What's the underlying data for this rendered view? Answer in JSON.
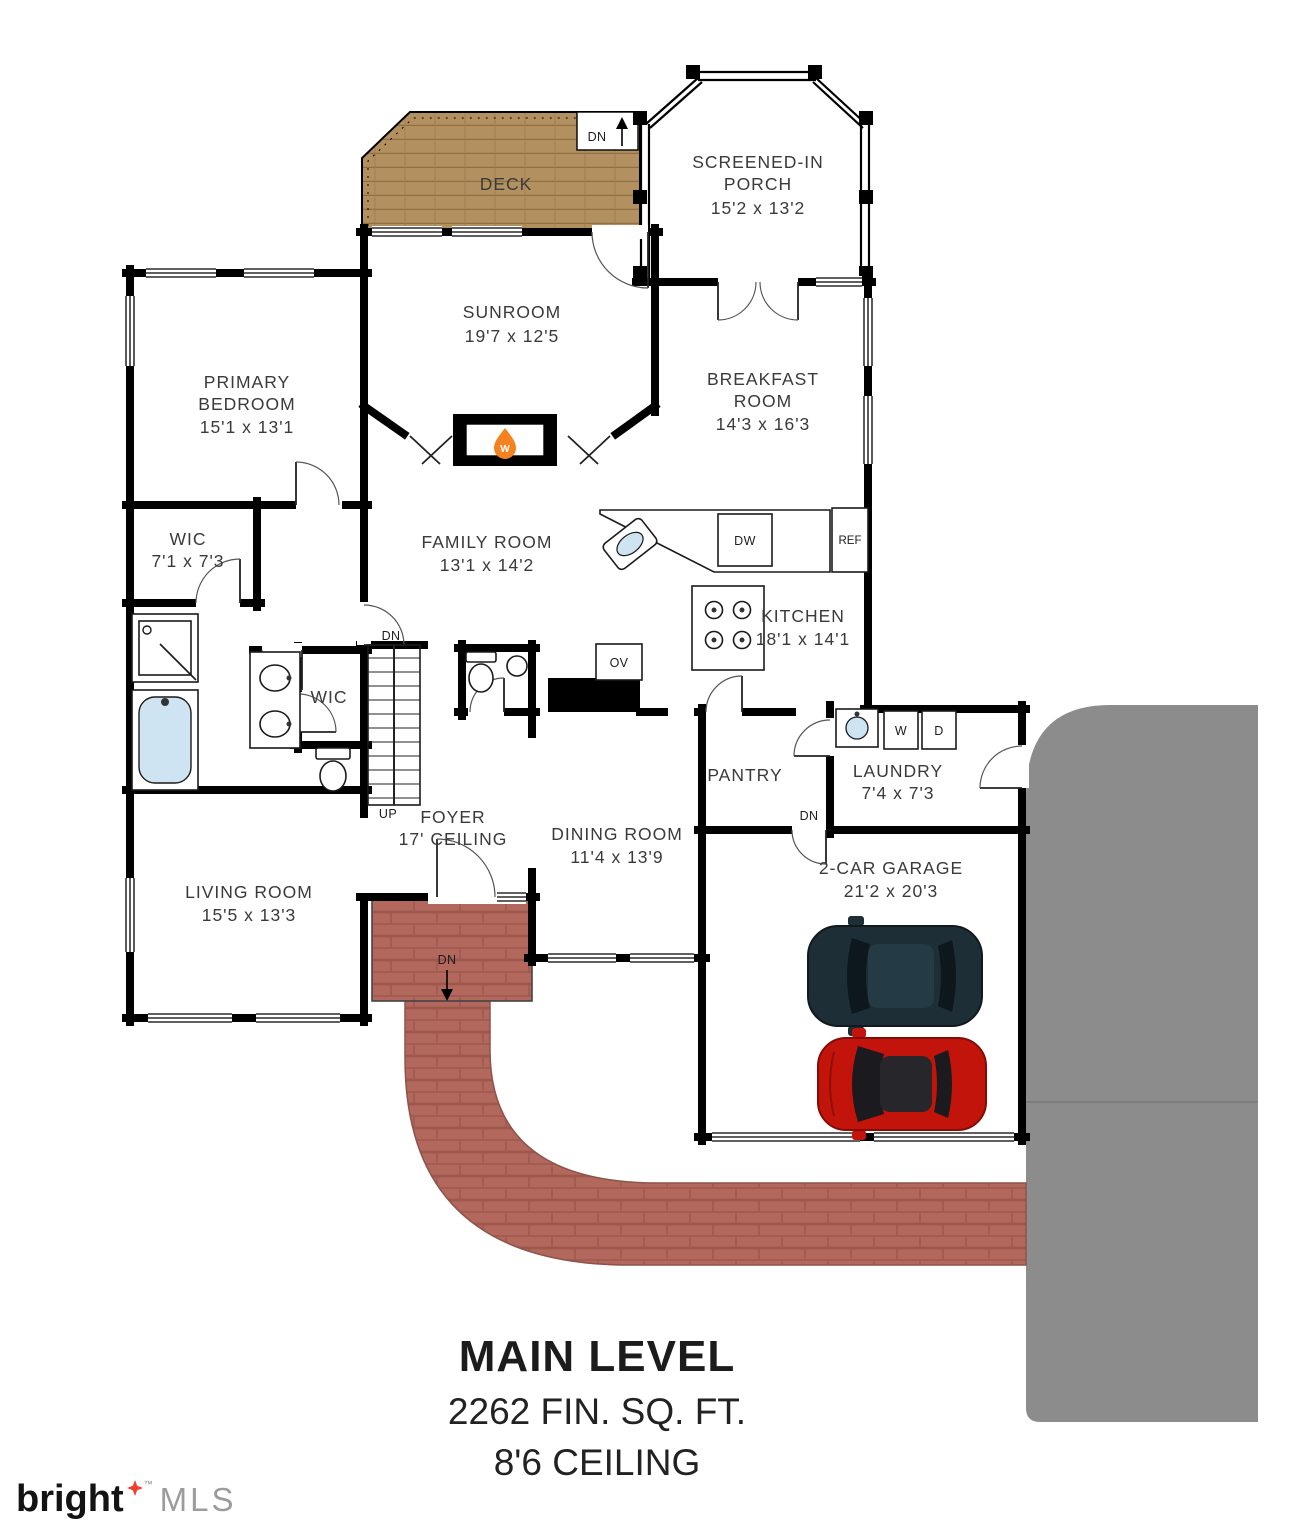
{
  "plan": {
    "rooms": {
      "deck": {
        "name": "DECK"
      },
      "screened_porch": {
        "line1": "SCREENED-IN",
        "line2": "PORCH",
        "dims": "15'2 x 13'2"
      },
      "sunroom": {
        "name": "SUNROOM",
        "dims": "19'7 x 12'5"
      },
      "primary_bedroom": {
        "line1": "PRIMARY",
        "line2": "BEDROOM",
        "dims": "15'1 x 13'1"
      },
      "breakfast_room": {
        "line1": "BREAKFAST",
        "line2": "ROOM",
        "dims": "14'3 x 16'3"
      },
      "wic_primary": {
        "name": "WIC",
        "dims": "7'1 x 7'3"
      },
      "family_room": {
        "name": "FAMILY ROOM",
        "dims": "13'1 x 14'2"
      },
      "kitchen": {
        "name": "KITCHEN",
        "dims": "18'1 x 14'1"
      },
      "wic_hall": {
        "name": "WIC"
      },
      "foyer": {
        "name": "FOYER",
        "dims": "17' CEILING"
      },
      "dining_room": {
        "name": "DINING ROOM",
        "dims": "11'4 x 13'9"
      },
      "pantry": {
        "name": "PANTRY"
      },
      "laundry": {
        "name": "LAUNDRY",
        "dims": "7'4 x 7'3"
      },
      "living_room": {
        "name": "LIVING ROOM",
        "dims": "15'5 x 13'3"
      },
      "garage": {
        "name": "2-CAR GARAGE",
        "dims": "21'2 x 20'3"
      }
    },
    "markers": {
      "deck_dn": "DN",
      "stairs_dn": "DN",
      "stairs_up": "UP",
      "garage_dn": "DN",
      "entry_dn": "DN",
      "dishwasher": "DW",
      "refrigerator": "REF",
      "oven": "OV",
      "washer": "W",
      "dryer": "D",
      "fireplace": "W"
    }
  },
  "title": {
    "level": "MAIN LEVEL",
    "area": "2262 FIN. SQ. FT.",
    "ceiling": "8'6 CEILING"
  },
  "logo": {
    "brand": "bright",
    "tm": "™",
    "suffix": "MLS"
  },
  "colors": {
    "wall": "#000000",
    "deck": "#b3905f",
    "brick": "#b2685c",
    "driveway": "#8c8c8c",
    "flame": "#f5821f",
    "car_red": "#c3140c",
    "car_dark": "#1d2e36",
    "water": "#cfe4f2"
  }
}
